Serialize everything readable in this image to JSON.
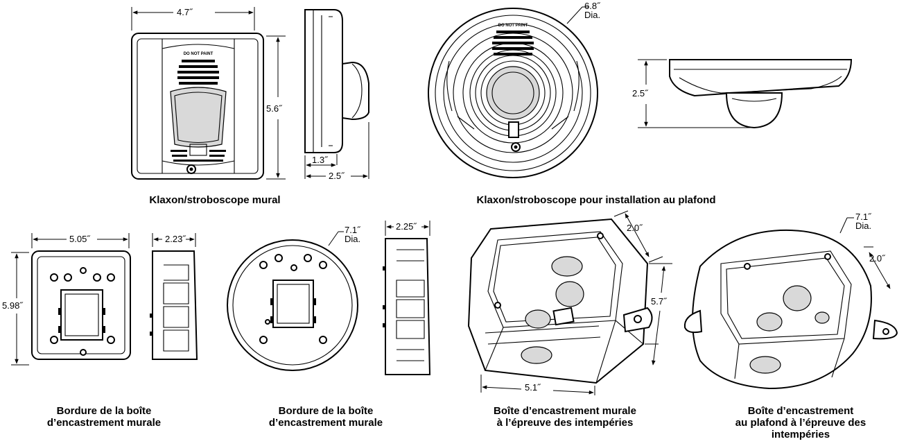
{
  "dimensions": {
    "wall_width": "4.7˝",
    "wall_height": "5.6˝",
    "wall_depth_base": "1.3˝",
    "wall_depth_total": "2.5˝",
    "ceiling_dia": "6.8˝",
    "ceiling_dia_unit": "Dia.",
    "ceiling_height": "2.5˝",
    "trim_wall_width": "5.05˝",
    "trim_wall_height": "5.98˝",
    "trim_wall_depth": "2.23˝",
    "trim_ceiling_dia": "7.1˝",
    "trim_ceiling_dia_unit": "Dia.",
    "trim_ceiling_depth": "2.25˝",
    "wp_wall_depth": "2.0˝",
    "wp_wall_height": "5.7˝",
    "wp_wall_width": "5.1˝",
    "wp_ceiling_dia": "7.1˝",
    "wp_ceiling_dia_unit": "Dia.",
    "wp_ceiling_depth": "2.0˝"
  },
  "device_labels": {
    "do_not_paint": "DO NOT PAINT"
  },
  "captions": {
    "wall_unit": "Klaxon/stroboscope mural",
    "ceiling_unit": "Klaxon/stroboscope pour installation au plafond",
    "trim_wall": [
      "Bordure de la boîte",
      "d’encastrement murale"
    ],
    "trim_ceiling": [
      "Bordure de la boîte",
      "d’encastrement murale"
    ],
    "wp_wall": [
      "Boîte d’encastrement murale",
      "à l’épreuve des intempéries"
    ],
    "wp_ceiling": [
      "Boîte d’encastrement",
      "au plafond à l’épreuve des",
      "intempéries"
    ]
  }
}
